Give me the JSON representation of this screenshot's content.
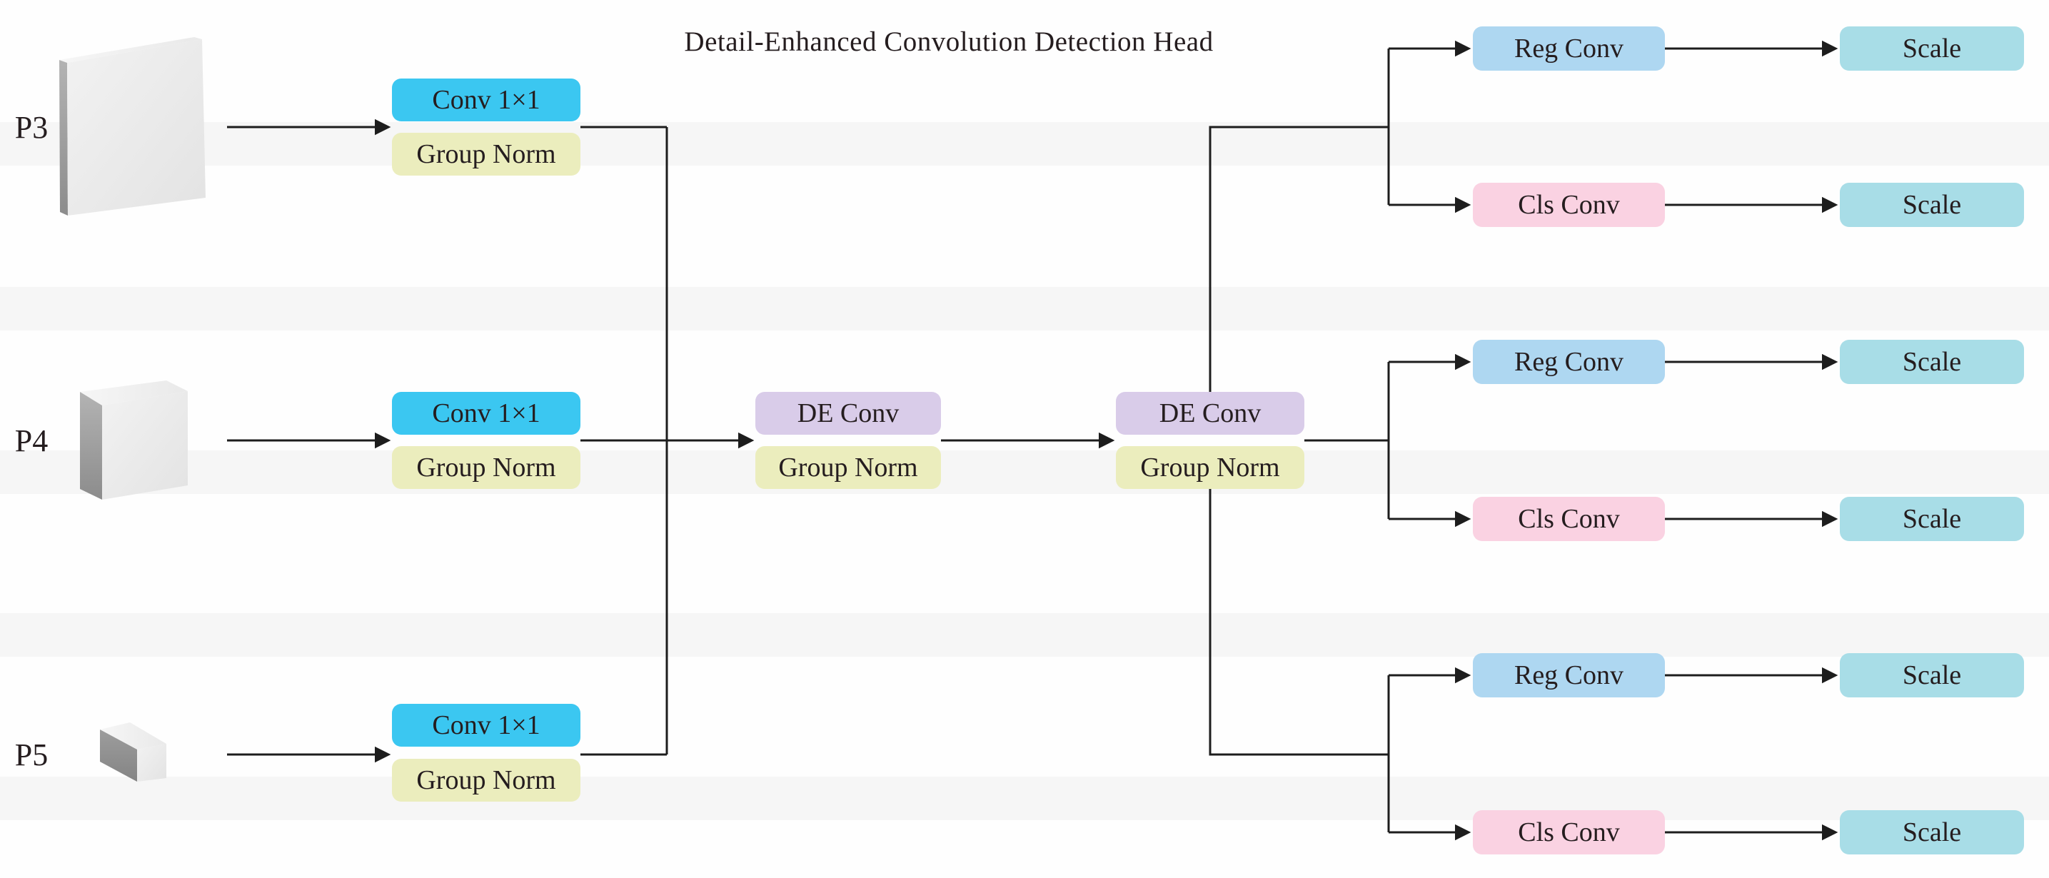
{
  "title": "Detail-Enhanced Convolution Detection Head",
  "colors": {
    "conv1x1": "#3bc7f1",
    "group-norm": "#ebedbd",
    "de-conv": "#d9cce9",
    "reg-conv": "#aed7f1",
    "cls-conv": "#fad2e2",
    "scale": "#a8dde7",
    "line": "#1d1d1d",
    "text": "#251d1f",
    "band": "#f6f6f6"
  },
  "inputs": [
    {
      "label": "P3"
    },
    {
      "label": "P4"
    },
    {
      "label": "P5"
    }
  ],
  "stem": {
    "conv": "Conv 1×1",
    "norm": "Group Norm"
  },
  "trunk": [
    {
      "conv": "DE Conv",
      "norm": "Group Norm"
    },
    {
      "conv": "DE Conv",
      "norm": "Group Norm"
    }
  ],
  "branches": [
    {
      "reg": "Reg Conv",
      "cls": "Cls Conv",
      "reg_scale": "Scale",
      "cls_scale": "Scale"
    },
    {
      "reg": "Reg Conv",
      "cls": "Cls Conv",
      "reg_scale": "Scale",
      "cls_scale": "Scale"
    },
    {
      "reg": "Reg Conv",
      "cls": "Cls Conv",
      "reg_scale": "Scale",
      "cls_scale": "Scale"
    }
  ]
}
